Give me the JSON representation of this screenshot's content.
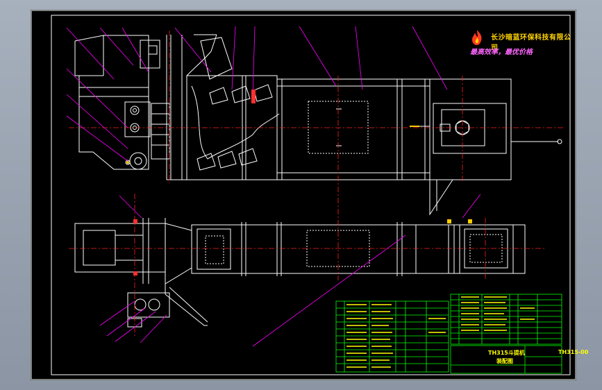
{
  "company": {
    "name": "长沙暗蓝环保科技有限公司",
    "slogan": "最高效率，最优价格"
  },
  "title_block": {
    "title": "TH315斗提机",
    "subtitle": "装配图",
    "drawing_code": "TH315-00"
  },
  "colors": {
    "background": "#000000",
    "frame": "#ffffff",
    "center_line": "#ff2020",
    "leader": "#ff00ff",
    "table_green": "#00ff00",
    "table_text": "#ffff00",
    "logo_flame": "#ff3b1f"
  }
}
